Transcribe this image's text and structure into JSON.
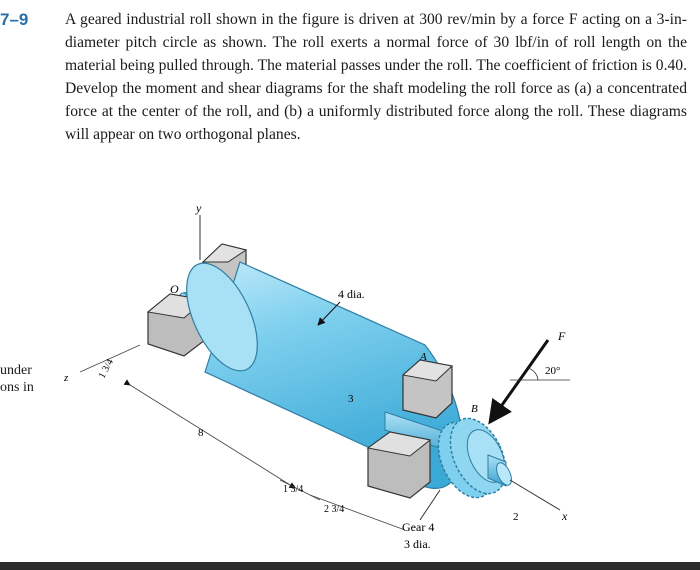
{
  "problem": {
    "number": "7–9",
    "text": "A geared industrial roll shown in the figure is driven at 300 rev/min by a force F acting on a 3-in-diameter pitch circle as shown. The roll exerts a normal force of 30 lbf/in of roll length on the material being pulled through. The material passes under the roll. The coefficient of friction is 0.40. Develop the moment and shear diagrams for the shaft modeling the roll force as (a) a concentrated force at the center of the roll, and (b) a uniformly distributed force along the roll. These diagrams will appear on two orthogonal planes."
  },
  "margin": {
    "line1": "under",
    "line2": "ons in"
  },
  "figure": {
    "label_y": "y",
    "label_o": "O",
    "label_z": "z",
    "label_x": "x",
    "label_a": "A",
    "label_b": "B",
    "label_f": "F",
    "label_angle": "20°",
    "label_roll_dia": "4 dia.",
    "label_gear": "Gear 4",
    "label_gear_dia": "3 dia.",
    "dim_1_3_4_a": "1 3/4",
    "dim_8": "8",
    "dim_1_3_4_b": "1 3/4",
    "dim_2_3_4": "2 3/4",
    "dim_3": "3",
    "dim_2": "2",
    "colors": {
      "roll": "#7fd0ee",
      "roll_dark": "#3aa9d6",
      "bearing": "#c4c4c4",
      "accent": "#2a6ea8"
    }
  }
}
